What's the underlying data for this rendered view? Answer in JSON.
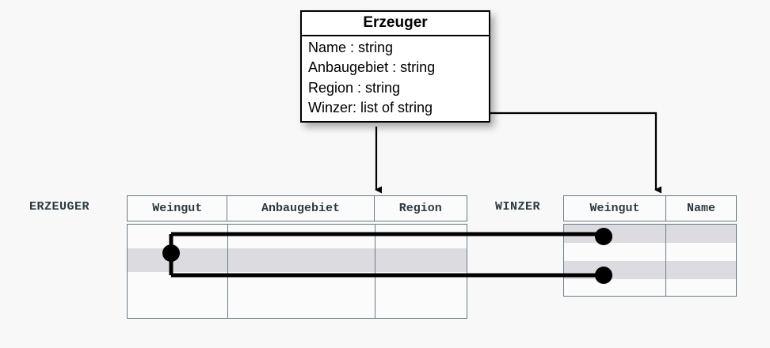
{
  "uml": {
    "title": "Erzeuger",
    "attributes": [
      "Name : string",
      "Anbaugebiet : string",
      "Region : string",
      "Winzer: list of string"
    ]
  },
  "tables": [
    {
      "name": "ERZEUGER",
      "columns": [
        "Weingut",
        "Anbaugebiet",
        "Region"
      ],
      "rows": [
        {
          "shaded": false,
          "cells": [
            "",
            "",
            ""
          ]
        },
        {
          "shaded": true,
          "cells": [
            "",
            "",
            ""
          ]
        },
        {
          "shaded": false,
          "cells": [
            "",
            "",
            ""
          ]
        },
        {
          "shaded": false,
          "cells": [
            "",
            "",
            ""
          ]
        }
      ]
    },
    {
      "name": "WINZER",
      "columns": [
        "Weingut",
        "Name"
      ],
      "rows": [
        {
          "shaded": true,
          "cells": [
            "",
            ""
          ]
        },
        {
          "shaded": false,
          "cells": [
            "",
            ""
          ]
        },
        {
          "shaded": true,
          "cells": [
            "",
            ""
          ]
        },
        {
          "shaded": false,
          "cells": [
            "",
            ""
          ]
        }
      ]
    }
  ],
  "connectors": {
    "mapping_note": "Winzer list attribute maps to WINZER.Weingut rows",
    "source_dot_count": 1,
    "target_dot_count": 2
  },
  "colors": {
    "background": "#f8f8f8",
    "box_border": "#000000",
    "box_fill": "#ffffff",
    "table_border": "#6a7c84",
    "table_fill": "#fbfbfb",
    "row_shaded": "#dcdce0",
    "label_text": "#2c3a41",
    "connector": "#000000"
  }
}
